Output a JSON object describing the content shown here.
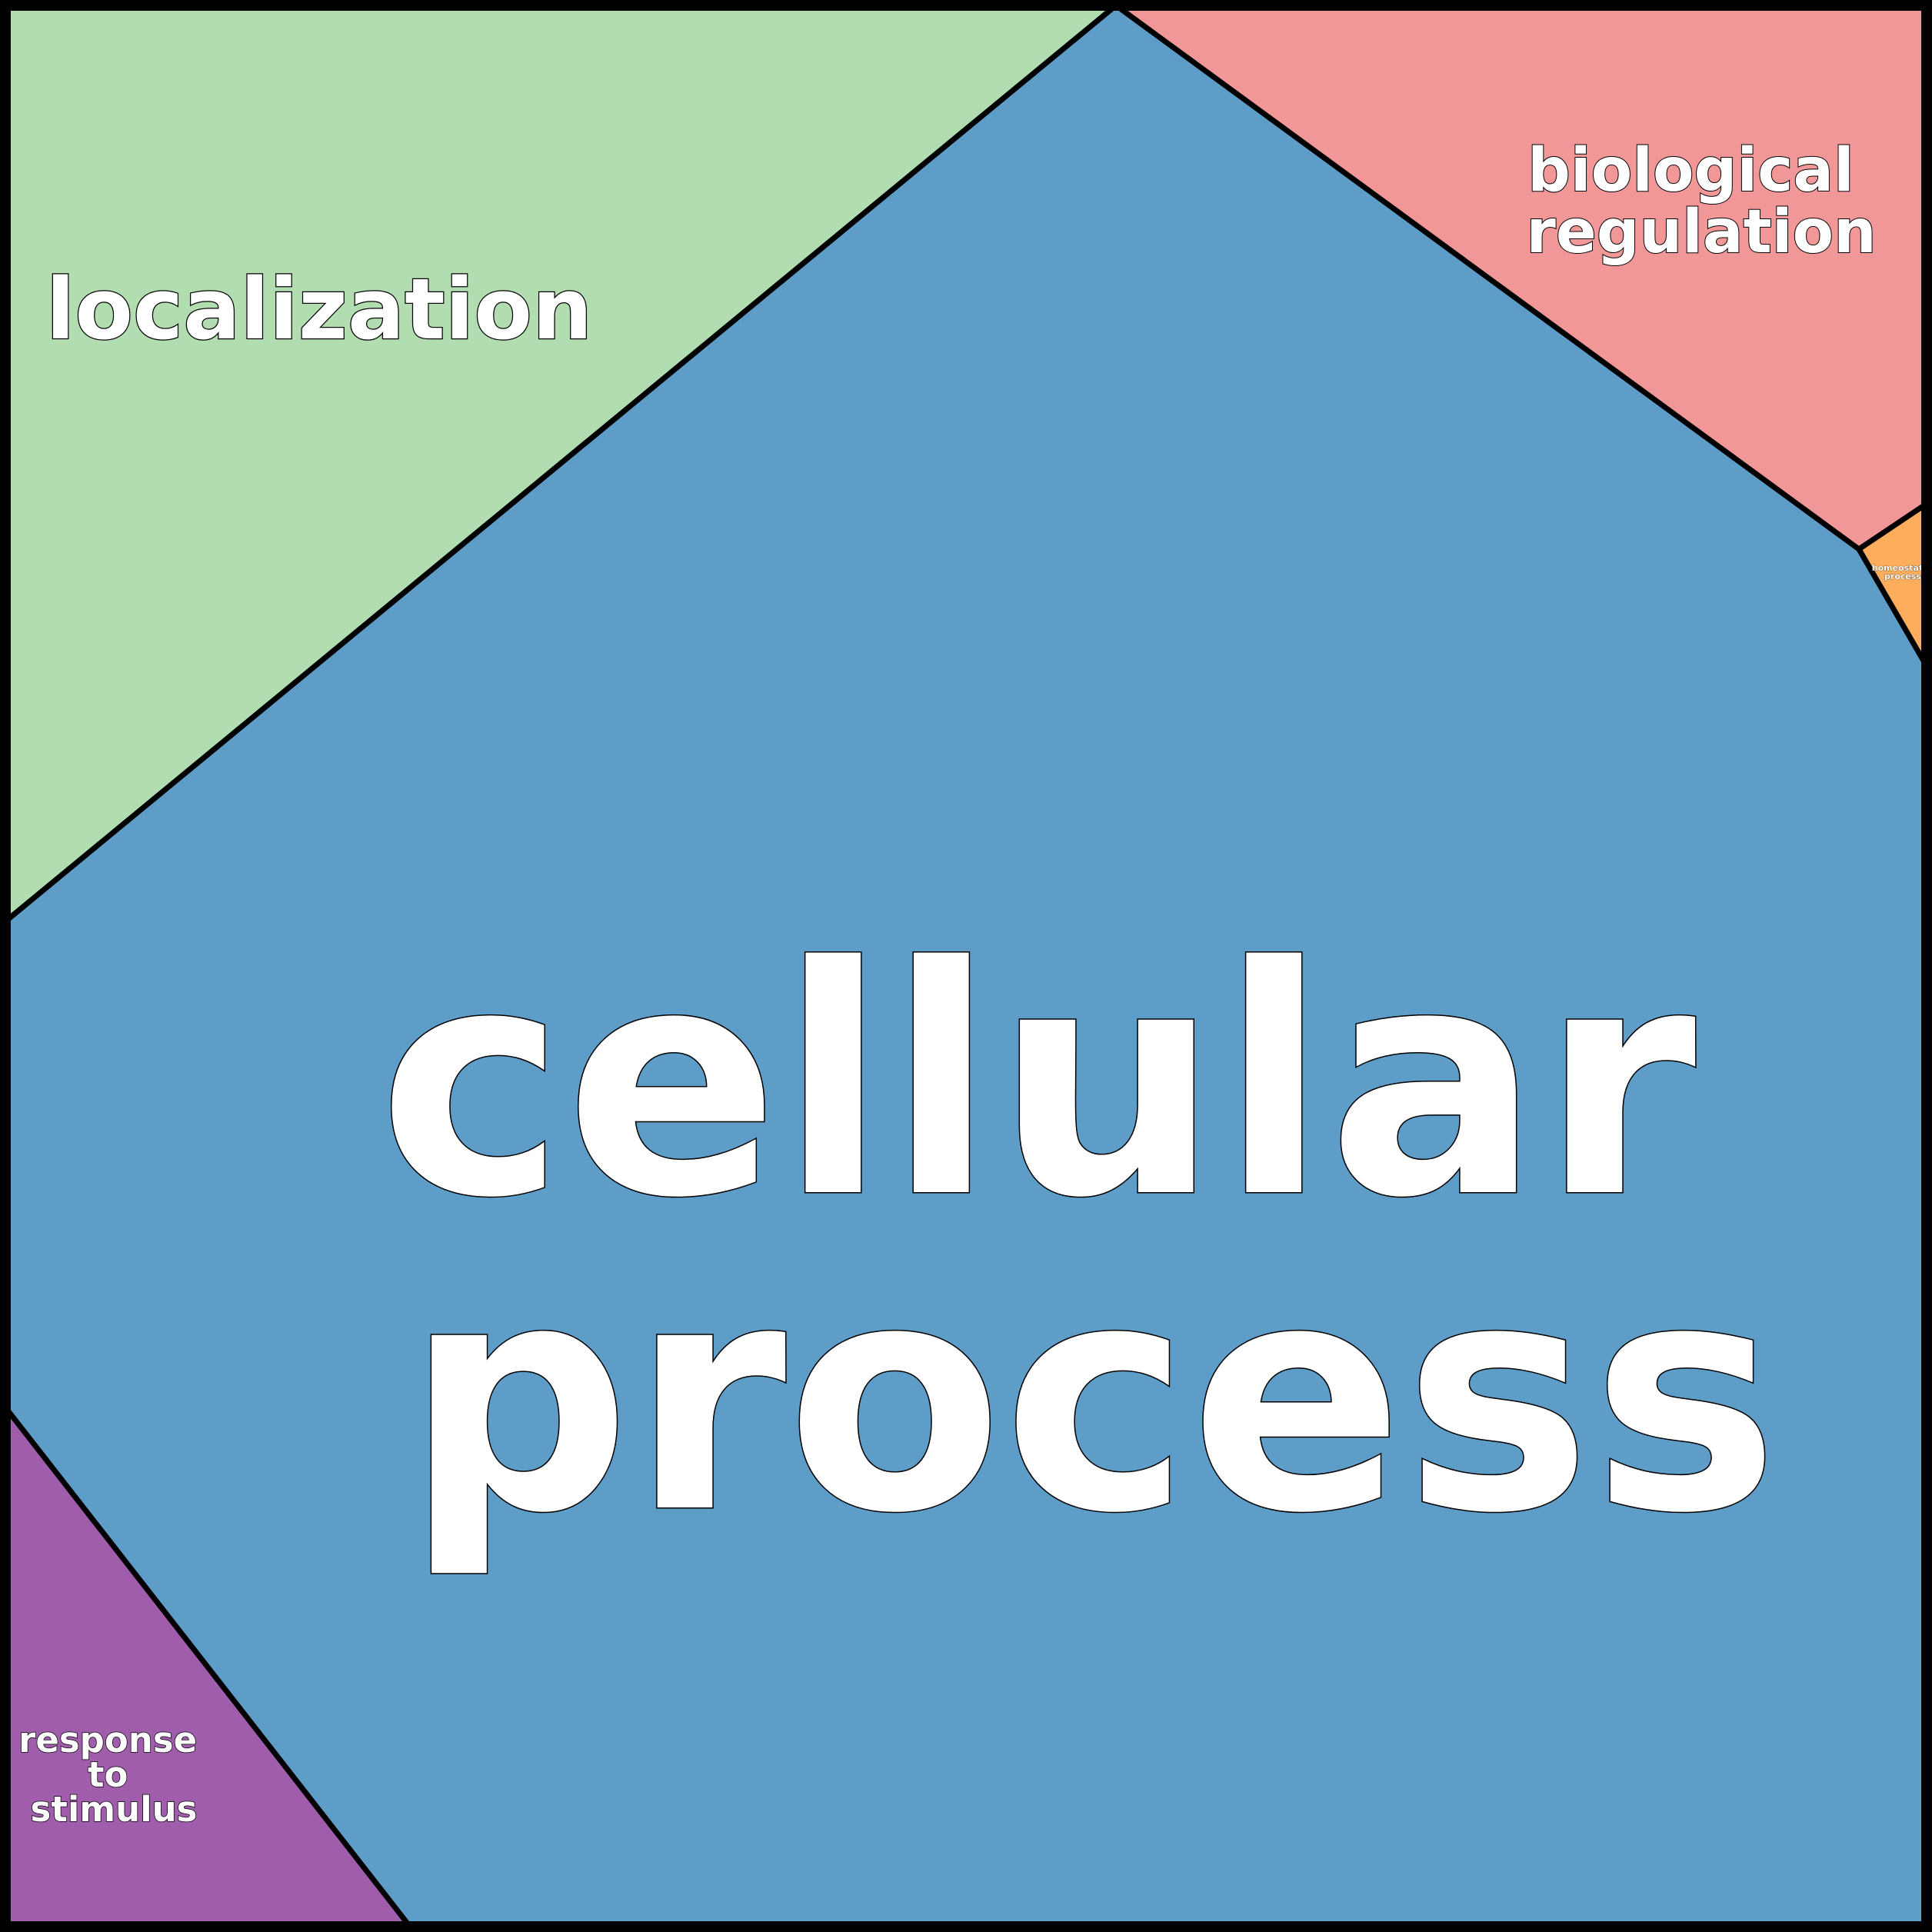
{
  "diagram": {
    "type": "voronoi-treemap",
    "cells": [
      {
        "id": "cellular-process",
        "label_lines": [
          "cellular",
          "process"
        ],
        "color": "#5e9dc8"
      },
      {
        "id": "localization",
        "label_lines": [
          "localization"
        ],
        "color": "#b2ddb1"
      },
      {
        "id": "biological-regulation",
        "label_lines": [
          "biological",
          "regulation"
        ],
        "color": "#f29798"
      },
      {
        "id": "homeostatic-process",
        "label_lines": [
          "homeostatic",
          "process"
        ],
        "color": "#fdad5b"
      },
      {
        "id": "response-to-stimulus",
        "label_lines": [
          "response",
          "to",
          "stimulus"
        ],
        "color": "#a05dab"
      }
    ],
    "border_color": "#000000"
  }
}
